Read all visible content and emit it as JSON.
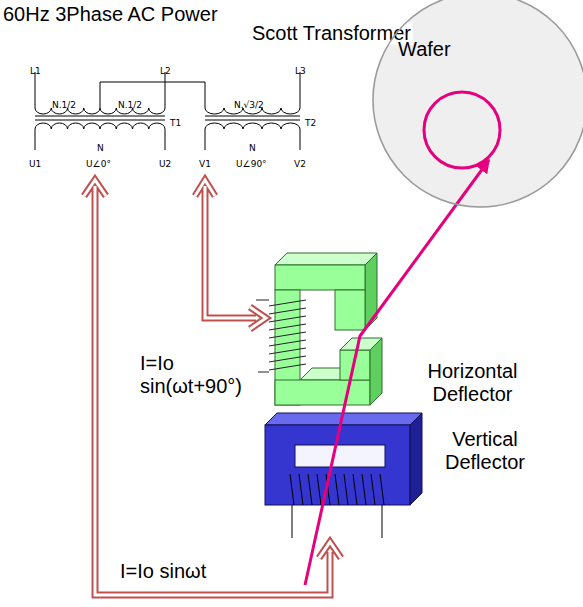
{
  "diagram": {
    "title": "60Hz 3Phase AC Power",
    "nodes": [
      {
        "text": [
          "Wafer"
        ]
      }
    ],
    "labels": [
      "Scott Transformer",
      "L1",
      "L2",
      "L3",
      "N.1/2",
      "N.1/2",
      "N.√3/2",
      "T1",
      "T2",
      "N",
      "N",
      "U1",
      "U∠0°",
      "U2",
      "V1",
      "U∠90°",
      "V2",
      "Horizontal Deflector",
      "Vertical Deflector",
      "I=Io sin(ωt+90°)",
      "I=Io sinωt"
    ]
  }
}
